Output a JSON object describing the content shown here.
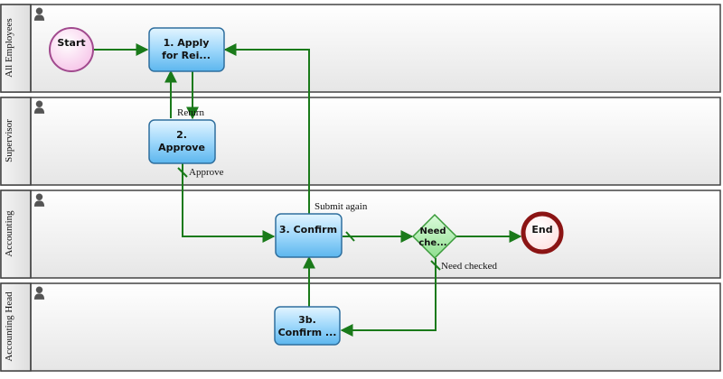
{
  "colors": {
    "flow": "#1a7a1a",
    "task_stroke": "#2f6f9e",
    "start_fill": "#fbd7f0",
    "start_stroke": "#a14a8e",
    "end_stroke": "#8b1414",
    "gateway_fill": "#b9f0b9",
    "gateway_stroke": "#3a9a3a"
  },
  "lanes": [
    {
      "name": "All Employees",
      "icon": "person-icon"
    },
    {
      "name": "Supervisor",
      "icon": "person-icon"
    },
    {
      "name": "Accounting",
      "icon": "person-icon"
    },
    {
      "name": "Accounting Head",
      "icon": "person-icon"
    }
  ],
  "nodes": {
    "start": {
      "label": "Start"
    },
    "end": {
      "label": "End"
    },
    "apply": {
      "line1": "1. Apply",
      "line2": "for Rei..."
    },
    "approve": {
      "line1": "2.",
      "line2": "Approve"
    },
    "confirm": {
      "label": "3. Confirm"
    },
    "confirm_b": {
      "line1": "3b.",
      "line2": "Confirm ..."
    },
    "gateway": {
      "line1": "Need",
      "line2": "che..."
    }
  },
  "flow_labels": {
    "return": "Return",
    "approve": "Approve",
    "submit_again": "Submit again",
    "need_checked": "Need checked"
  }
}
